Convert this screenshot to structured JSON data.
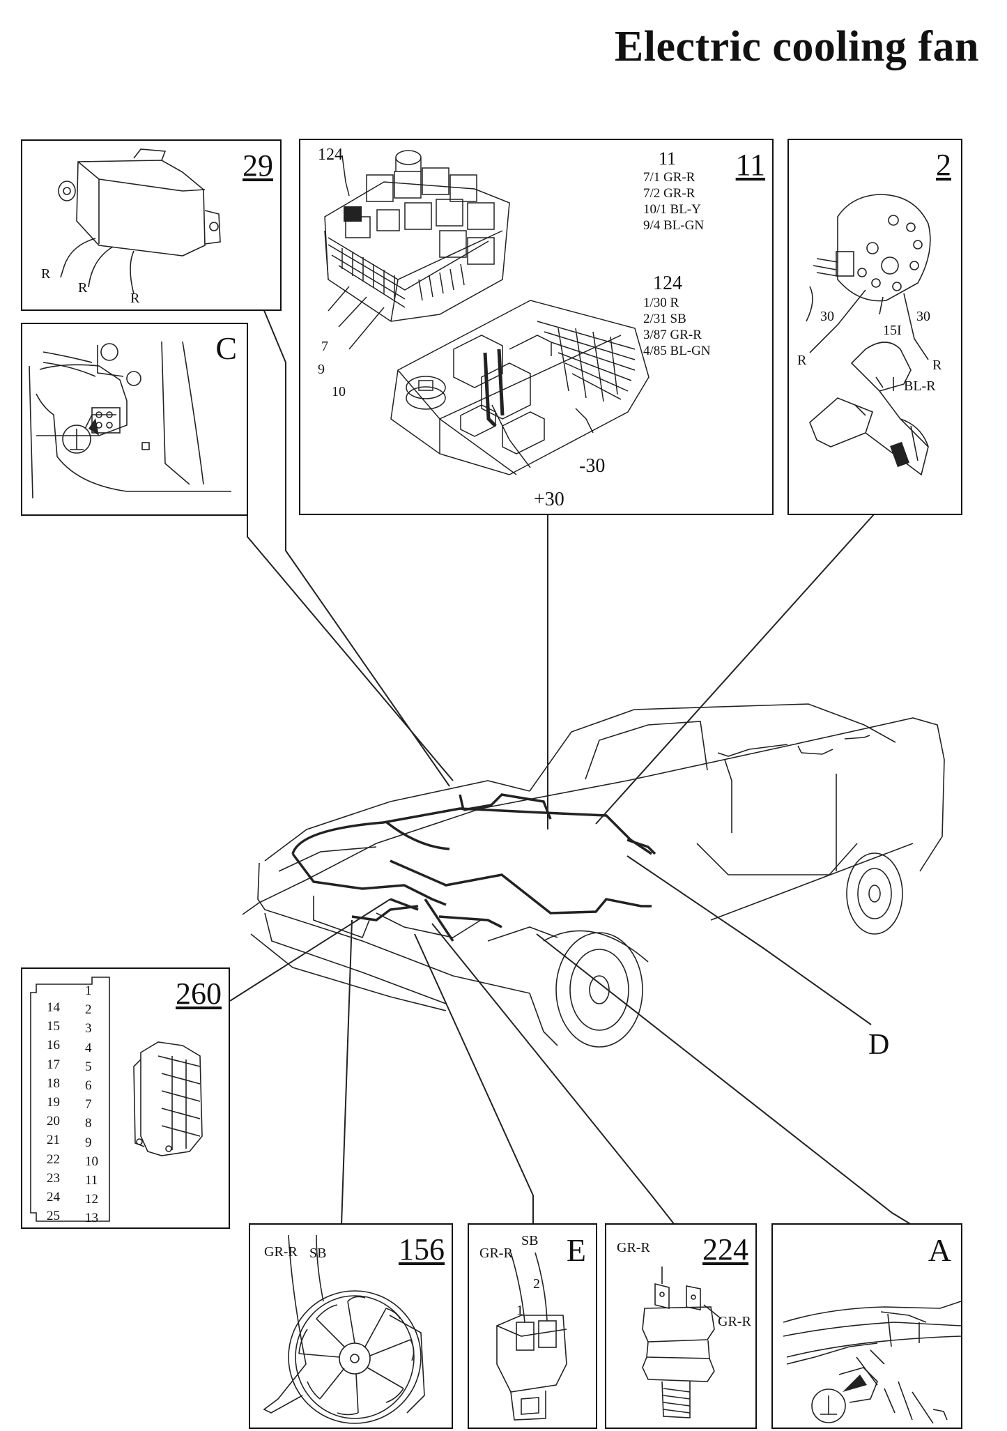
{
  "title": "Electric cooling fan",
  "panels": {
    "p29": {
      "number": "29",
      "wires": [
        "R",
        "R",
        "R"
      ]
    },
    "pC": {
      "letter": "C"
    },
    "p11": {
      "number": "11",
      "callout_124": "124",
      "leader_labels": [
        "7",
        "9",
        "10"
      ],
      "relay11": {
        "heading": "11",
        "lines": [
          "7/1 GR-R",
          "7/2 GR-R",
          "10/1 BL-Y",
          "9/4 BL-GN"
        ]
      },
      "relay124": {
        "heading": "124",
        "lines": [
          "1/30 R",
          "2/31 SB",
          "3/87 GR-R",
          "4/85 BL-GN"
        ]
      },
      "minus30": "-30",
      "plus30": "+30"
    },
    "p2": {
      "number": "2",
      "labels": {
        "t30a": "30",
        "t30b": "30",
        "t15": "15I",
        "r1": "R",
        "r2": "R",
        "blr": "BL-R"
      }
    },
    "p260": {
      "number": "260",
      "left_pins": [
        "14",
        "15",
        "16",
        "17",
        "18",
        "19",
        "20",
        "21",
        "22",
        "23",
        "24",
        "25"
      ],
      "right_pins": [
        "1",
        "2",
        "3",
        "4",
        "5",
        "6",
        "7",
        "8",
        "9",
        "10",
        "11",
        "12",
        "13"
      ]
    },
    "p156": {
      "number": "156",
      "wires": [
        "GR-R",
        "SB"
      ]
    },
    "pE": {
      "letter": "E",
      "wires": [
        "GR-R",
        "SB"
      ],
      "pins": [
        "1",
        "2"
      ]
    },
    "p224": {
      "number": "224",
      "wires": [
        "GR-R",
        "GR-R"
      ]
    },
    "pA": {
      "letter": "A"
    }
  },
  "callout_D": "D"
}
